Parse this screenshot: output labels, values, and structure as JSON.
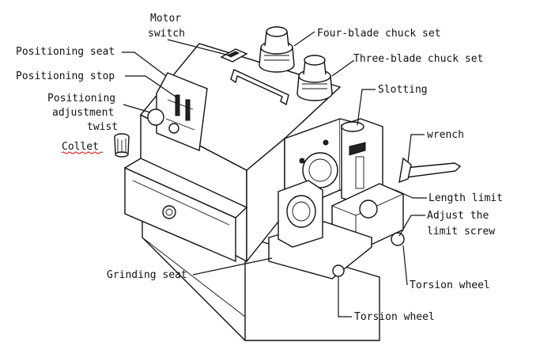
{
  "labels": {
    "motor_switch_1": "Motor",
    "motor_switch_2": "switch",
    "four_blade": "Four-blade chuck set",
    "three_blade": "Three-blade chuck set",
    "positioning_seat": "Positioning seat",
    "positioning_stop": "Positioning stop",
    "adjust_twist_1": "Positioning",
    "adjust_twist_2": "adjustment",
    "adjust_twist_3": "twist",
    "collet": "Collet",
    "slotting": "Slotting",
    "wrench": "wrench",
    "length_limit": "Length limit",
    "adjust_limit_1": "Adjust the",
    "adjust_limit_2": "limit screw",
    "grinding_seat": "Grinding seat",
    "torsion_wheel_1": "Torsion wheel",
    "torsion_wheel_2": "Torsion wheel"
  }
}
